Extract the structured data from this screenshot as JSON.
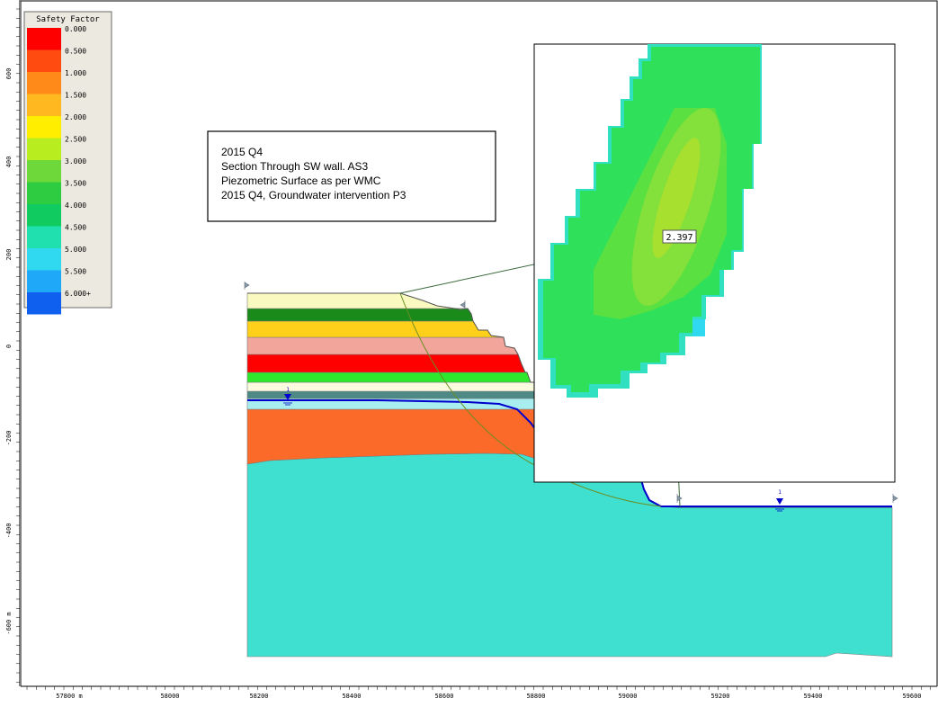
{
  "legend": {
    "title": "Safety Factor",
    "items": [
      {
        "label": "0.000",
        "color": "#ff0000"
      },
      {
        "label": "0.500",
        "color": "#ff4a10"
      },
      {
        "label": "1.000",
        "color": "#ff8a1a"
      },
      {
        "label": "1.500",
        "color": "#ffb820"
      },
      {
        "label": "2.000",
        "color": "#ffee00"
      },
      {
        "label": "2.500",
        "color": "#b8ee20"
      },
      {
        "label": "3.000",
        "color": "#6ed83a"
      },
      {
        "label": "3.500",
        "color": "#2ecc40"
      },
      {
        "label": "4.000",
        "color": "#10cc60"
      },
      {
        "label": "4.500",
        "color": "#20e0b0"
      },
      {
        "label": "5.000",
        "color": "#30d8f0"
      },
      {
        "label": "5.500",
        "color": "#20a8f8"
      },
      {
        "label": "6.000+",
        "color": "#1060f0"
      }
    ]
  },
  "note": {
    "lines": [
      "2015 Q4",
      "Section Through SW wall. AS3",
      "Piezometric Surface as per WMC",
      "2015 Q4, Groundwater intervention P3"
    ]
  },
  "critical_fs": "2.397",
  "axes": {
    "x_ticks": [
      "57800 m",
      "58000",
      "58200",
      "58400",
      "58600",
      "58800",
      "59000",
      "59200",
      "59400",
      "59600"
    ],
    "y_ticks": [
      "600",
      "400",
      "200",
      "0",
      "-200",
      "-400",
      "-600 m"
    ]
  },
  "water_markers": [
    "1",
    "1"
  ],
  "colors": {
    "bedrock": "#40e0d0",
    "water_line": "#0000cc",
    "slip_circle": "#6b8e23",
    "grid_outline": "#000000"
  }
}
